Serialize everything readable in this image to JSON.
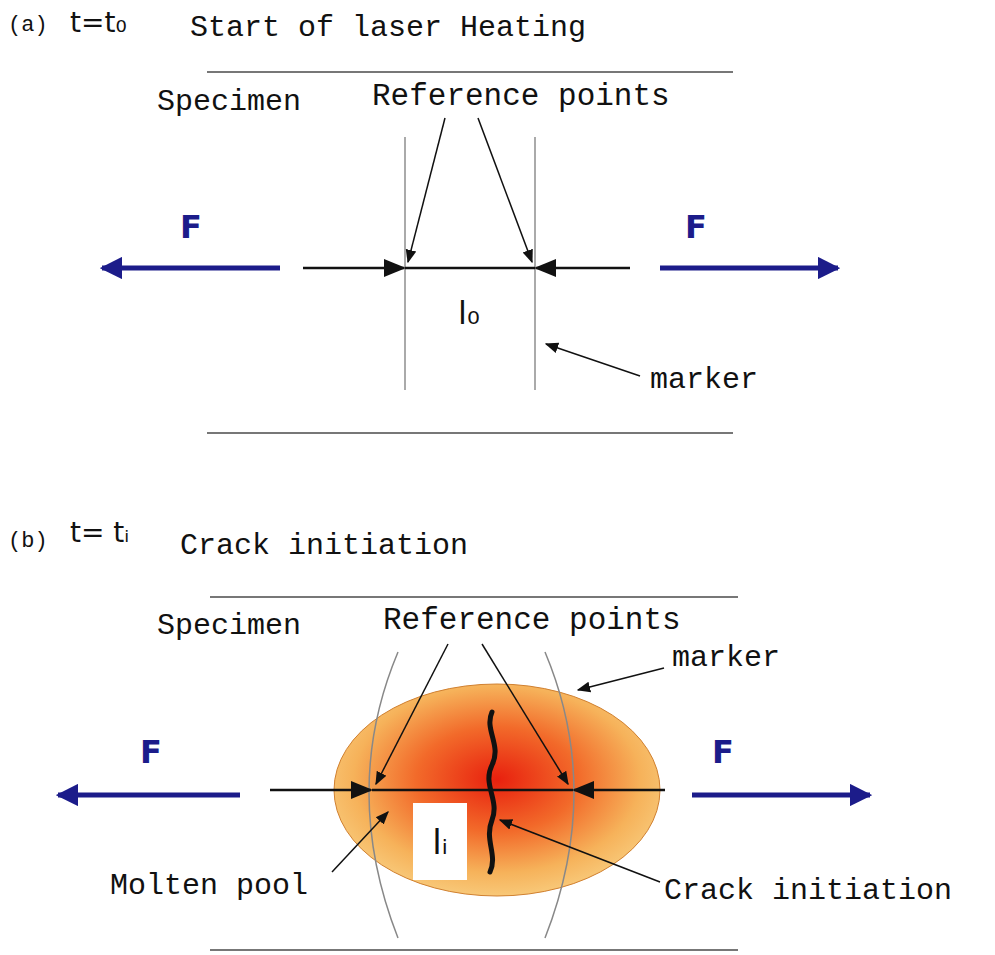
{
  "diagram": {
    "nodes": [
      {
        "text": [
          "lᵢ"
        ]
      }
    ],
    "labels": [
      "(a)",
      "t=t₀",
      "Start of laser Heating",
      "Specimen",
      "Reference points",
      "F",
      "F",
      "l₀",
      "marker",
      "(b)",
      "t= tᵢ",
      "Crack initiation",
      "Specimen",
      "Reference points",
      "marker",
      "F",
      "F",
      "Molten pool",
      "Crack initiation"
    ]
  }
}
